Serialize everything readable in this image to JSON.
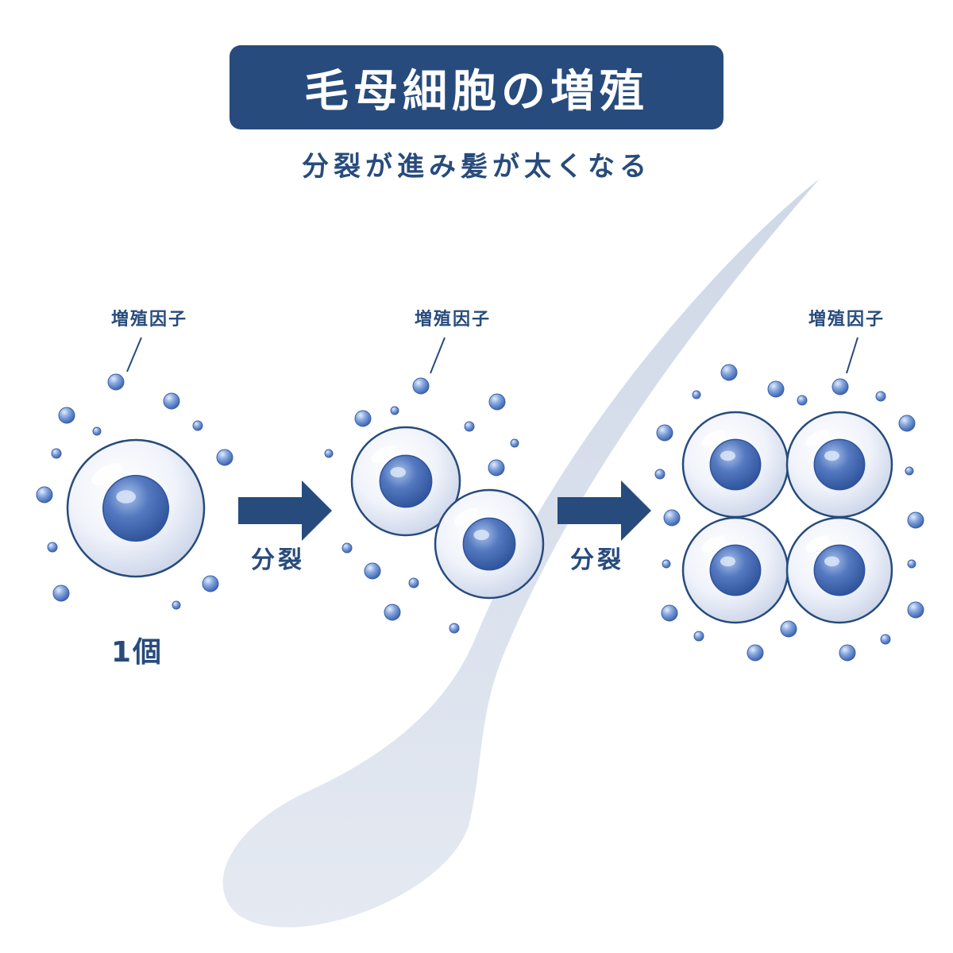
{
  "header": {
    "title": "毛母細胞の増殖",
    "subtitle": "分裂が進み髪が太くなる"
  },
  "stages": [
    {
      "factor_label": "増殖因子",
      "cell_count": 1,
      "count_label": "1個"
    },
    {
      "factor_label": "増殖因子",
      "cell_count": 2
    },
    {
      "factor_label": "増殖因子",
      "cell_count": 4
    }
  ],
  "arrows": [
    {
      "label": "分裂"
    },
    {
      "label": "分裂"
    }
  ],
  "colors": {
    "primary": "#274b7c",
    "nucleus": "#4a72b8",
    "cell_fill": "#eef2fa",
    "hair": "#dfe5ef",
    "droplet": "#6d93d4",
    "background": "#ffffff"
  },
  "icons": {
    "cell": "cell-icon",
    "growth_factor": "droplet-icon",
    "arrow": "arrow-right-icon",
    "hair": "hair-strand-icon"
  }
}
